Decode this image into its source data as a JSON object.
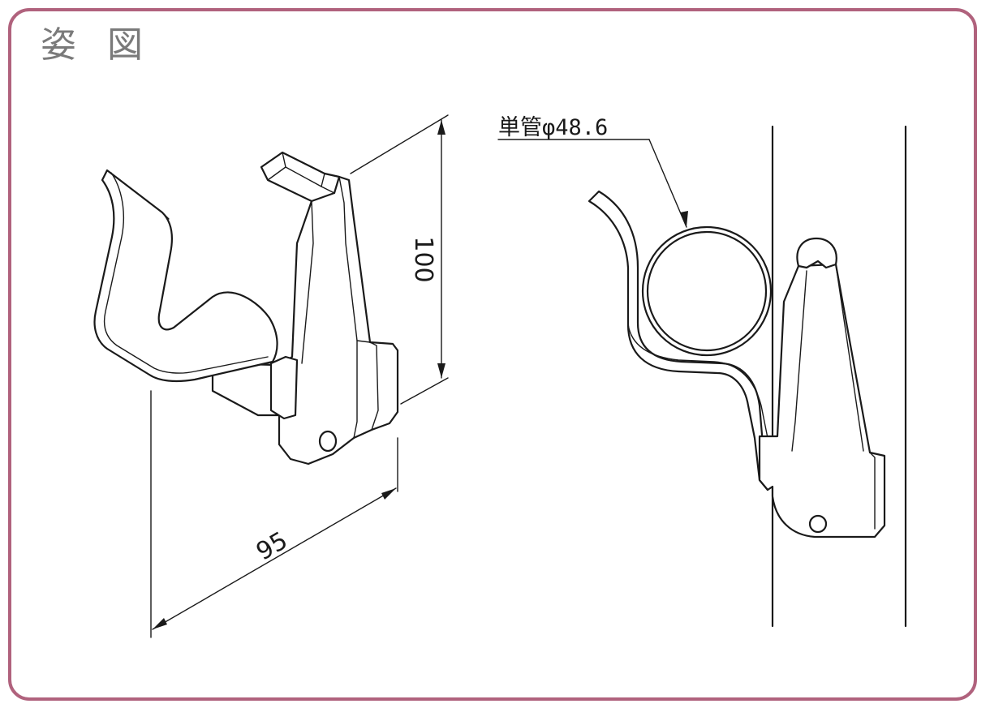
{
  "panel": {
    "title": "姿 図"
  },
  "dimensions": {
    "height_label": "100",
    "width_label": "95"
  },
  "callout": {
    "pipe_label": "単管φ48.6"
  },
  "colors": {
    "frame_border": "#b0627d",
    "title_text": "#7a7a7a",
    "line": "#1a1a1a"
  }
}
